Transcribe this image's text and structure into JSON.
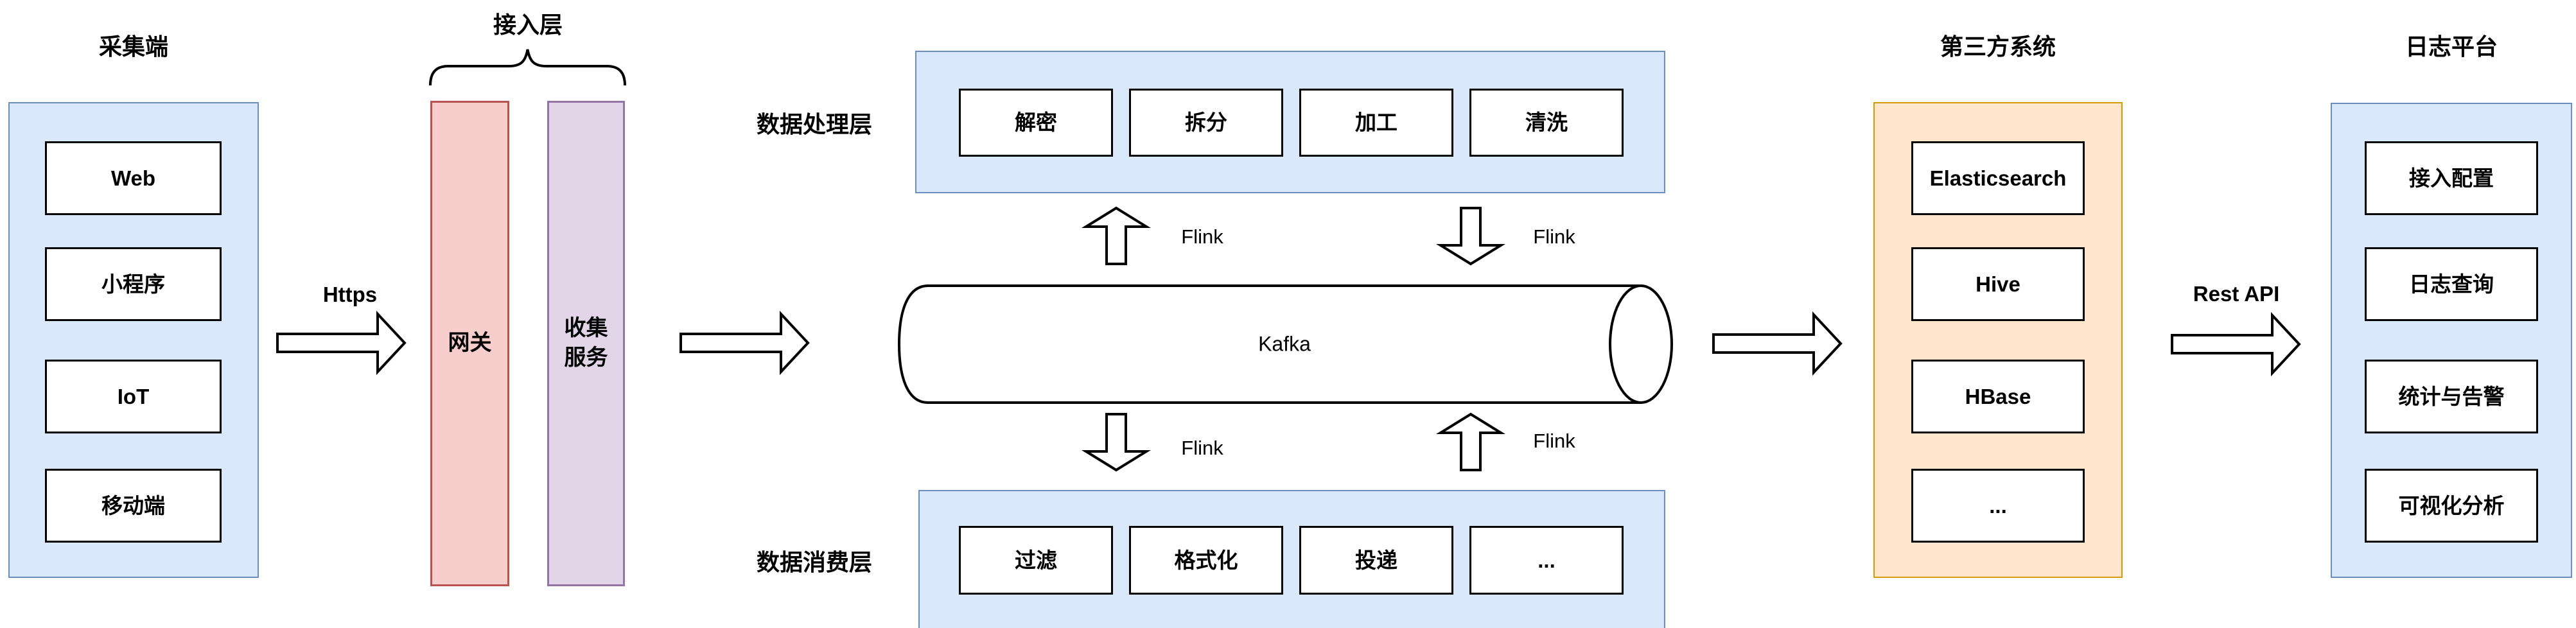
{
  "diagram": {
    "collection": {
      "title": "采集端",
      "items": [
        "Web",
        "小程序",
        "IoT",
        "移动端"
      ]
    },
    "access": {
      "title": "接入层",
      "gateway": "网关",
      "collect_service": "收集服务"
    },
    "edges": {
      "https": "Https",
      "rest_api": "Rest API"
    },
    "processing": {
      "title": "数据处理层",
      "items": [
        "解密",
        "拆分",
        "加工",
        "清洗"
      ]
    },
    "kafka": {
      "label": "Kafka"
    },
    "flink": {
      "top_left": "Flink",
      "top_right": "Flink",
      "bottom_left": "Flink",
      "bottom_right": "Flink"
    },
    "consumption": {
      "title": "数据消费层",
      "items": [
        "过滤",
        "格式化",
        "投递",
        "..."
      ]
    },
    "third_party": {
      "title": "第三方系统",
      "items": [
        "Elasticsearch",
        "Hive",
        "HBase",
        "..."
      ]
    },
    "log_platform": {
      "title": "日志平台",
      "items": [
        "接入配置",
        "日志查询",
        "统计与告警",
        "可视化分析"
      ]
    },
    "colors": {
      "blue_fill": "#dae8fc",
      "blue_stroke": "#6c8ebf",
      "pink_fill": "#f8cecc",
      "pink_stroke": "#b85450",
      "purple_fill": "#e1d5e7",
      "purple_stroke": "#9673a6",
      "orange_fill": "#ffe6cc",
      "orange_stroke": "#d79b00",
      "shape_stroke": "#000000"
    }
  }
}
